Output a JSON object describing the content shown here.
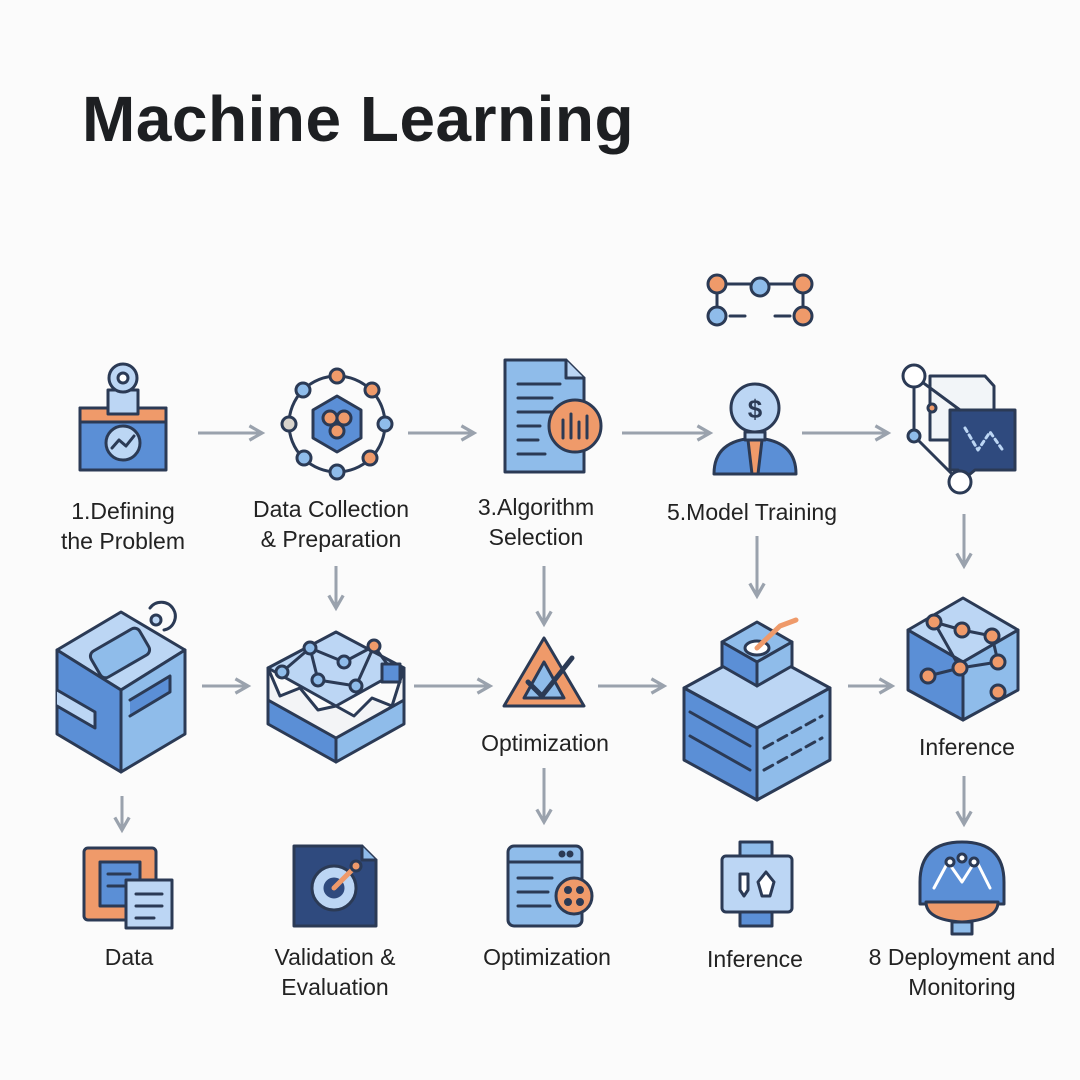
{
  "title": "Machine Learning",
  "colors": {
    "blue": "#5b8fd6",
    "light_blue": "#bcd6f4",
    "navy": "#2f4a7e",
    "orange": "#ef9a6a",
    "arrow": "#9aa2ad",
    "text": "#1d1f22"
  },
  "labels": {
    "r1c1": [
      "1.Defining",
      "the Problem"
    ],
    "r1c2": [
      "Data Collection",
      "& Preparation"
    ],
    "r1c3": [
      "3.Algorithm",
      "Selection"
    ],
    "r1c4": [
      "5.Model Training"
    ],
    "r2c3": [
      "Optimization"
    ],
    "r2c5": [
      "Inference"
    ],
    "r3c1": [
      "Data"
    ],
    "r3c2": [
      "Validation &",
      "Evaluation"
    ],
    "r3c3": [
      "Optimization"
    ],
    "r3c4": [
      "Inference"
    ],
    "r3c5": [
      "8 Deployment and",
      "Monitoring"
    ]
  },
  "icons": [
    "ballot-box-icon",
    "network-ring-icon",
    "document-chart-icon",
    "money-idea-icon",
    "node-graph-icon",
    "flow-nodes-icon",
    "puzzle-cube-icon",
    "terrain-cube-icon",
    "triangle-check-icon",
    "server-stack-icon",
    "network-cube-icon",
    "data-files-icon",
    "target-icon",
    "browser-window-icon",
    "robot-icon",
    "deploy-monitor-icon"
  ]
}
